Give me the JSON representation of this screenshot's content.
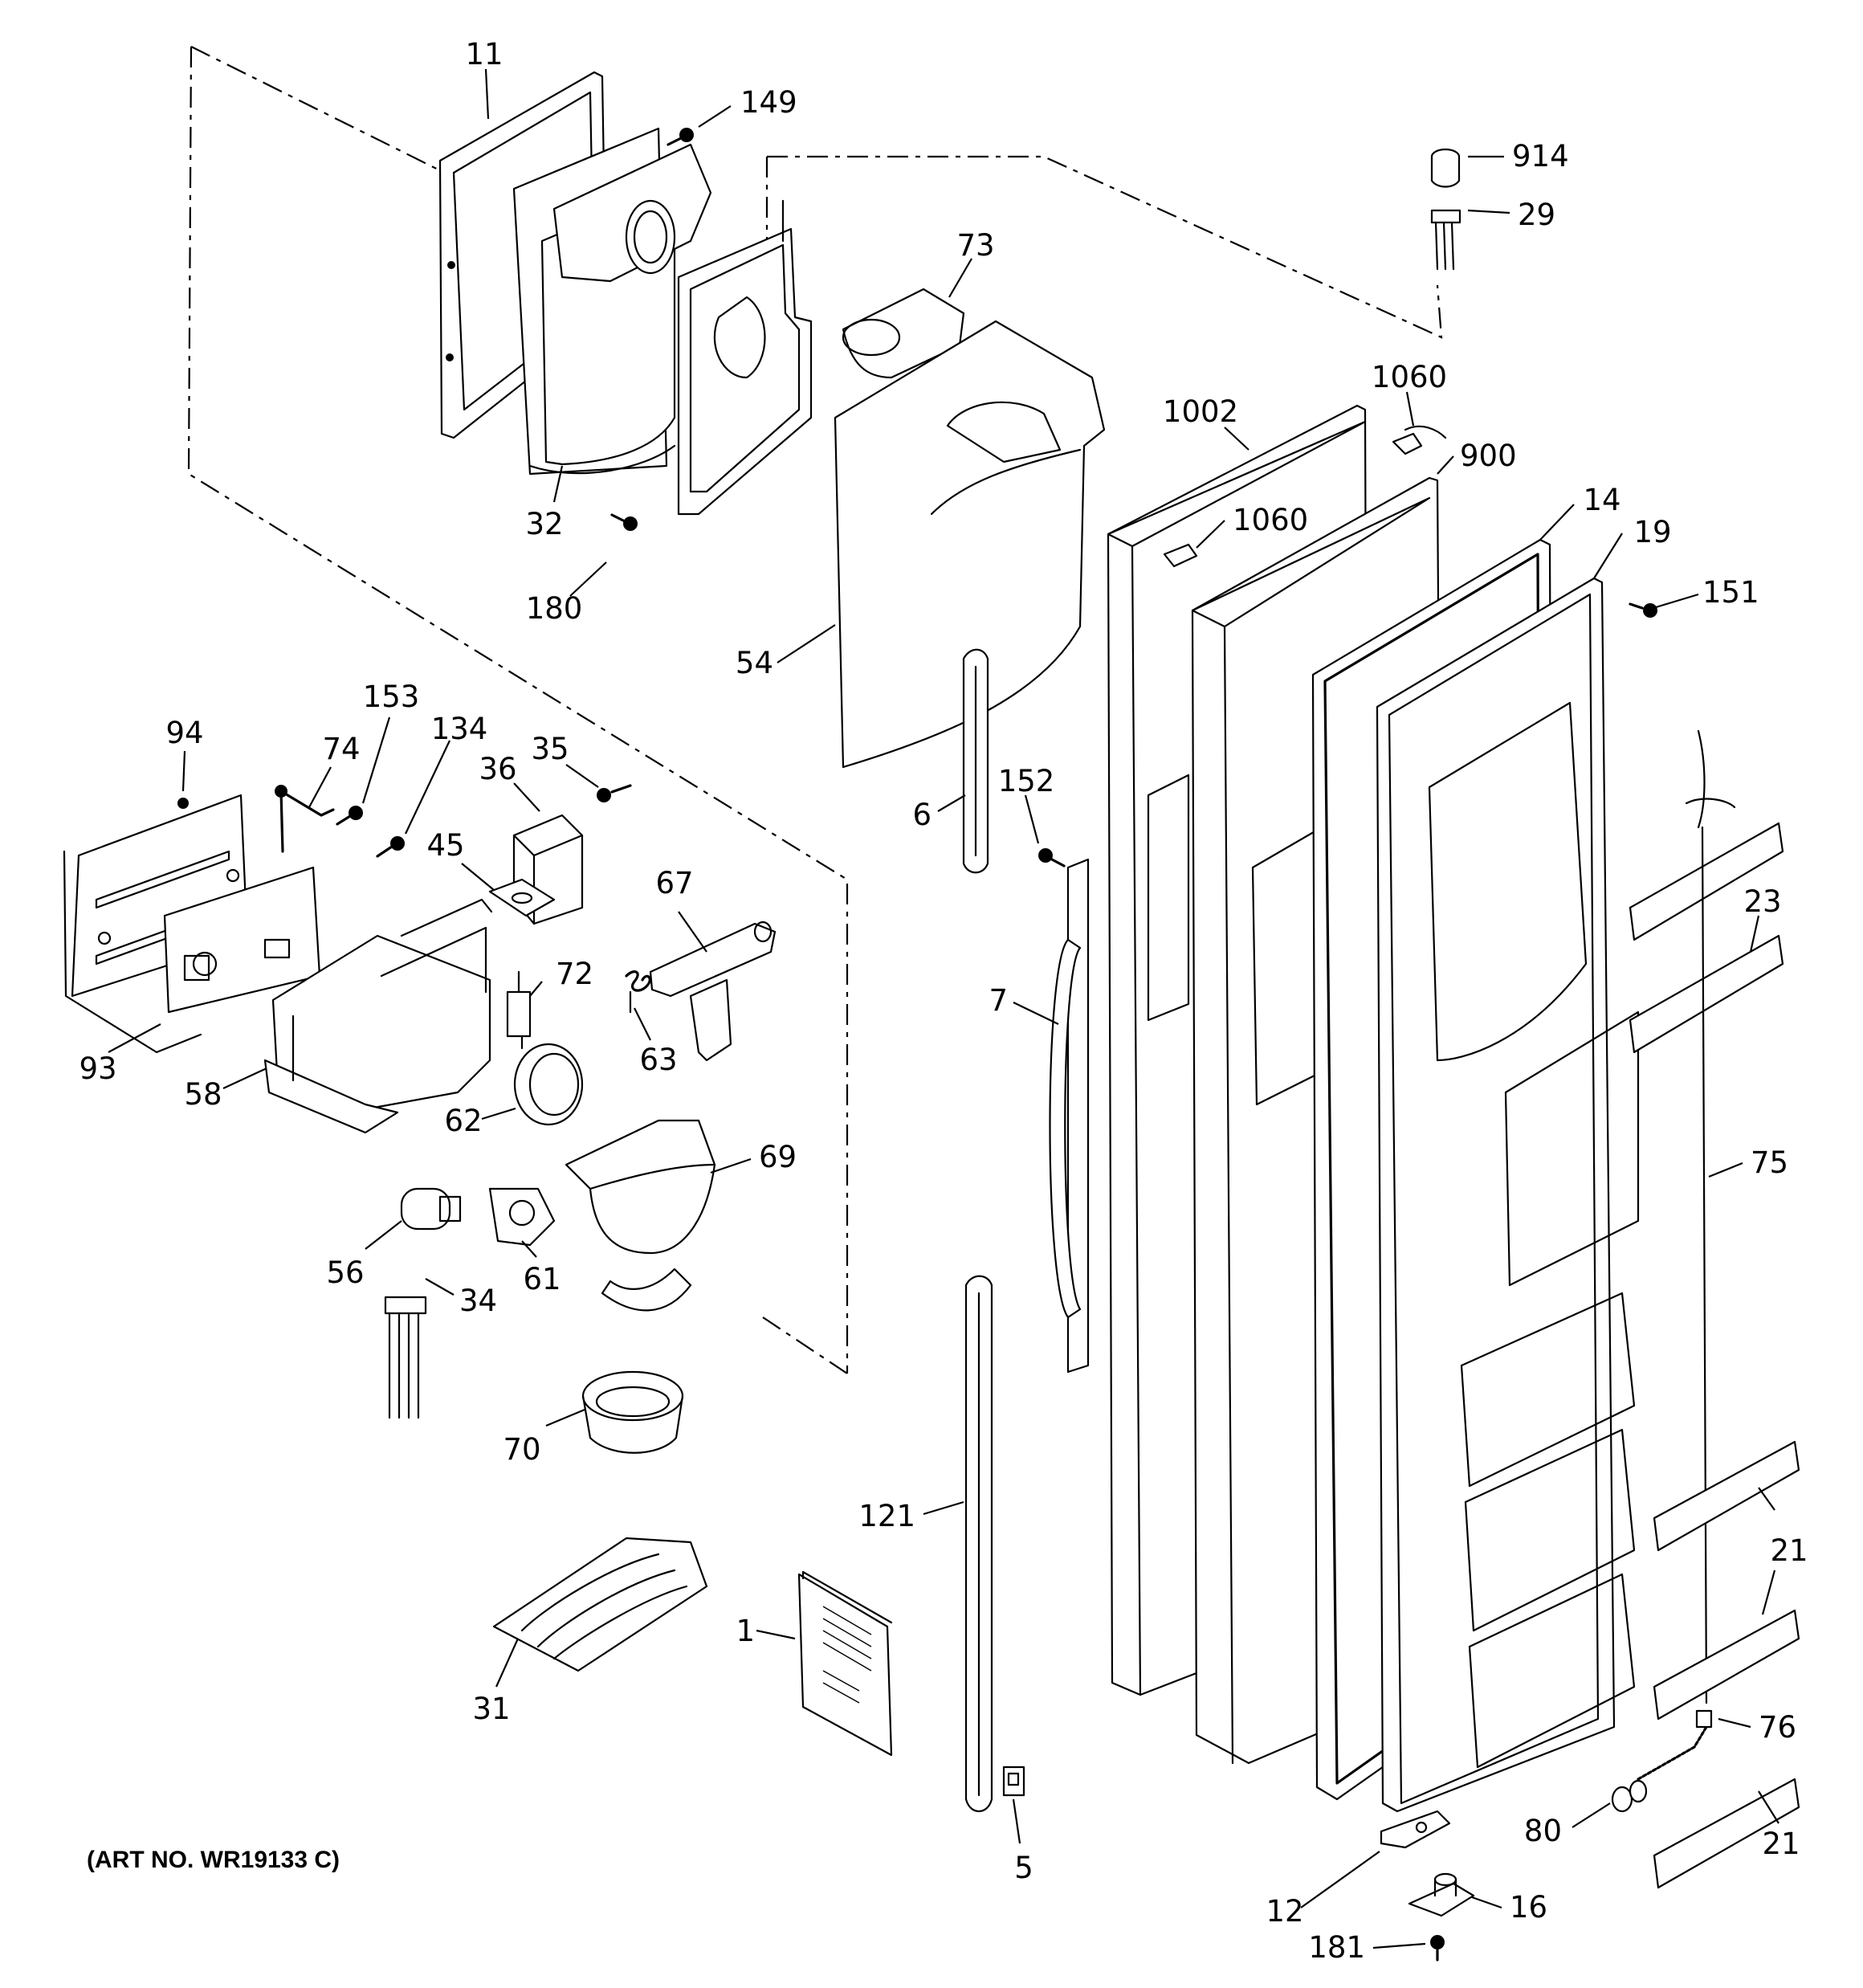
{
  "caption": "(ART NO. WR19133 C)",
  "callouts": [
    {
      "label": "11"
    },
    {
      "label": "149"
    },
    {
      "label": "914"
    },
    {
      "label": "29"
    },
    {
      "label": "73"
    },
    {
      "label": "1060"
    },
    {
      "label": "1002"
    },
    {
      "label": "900"
    },
    {
      "label": "32"
    },
    {
      "label": "1060"
    },
    {
      "label": "14"
    },
    {
      "label": "19"
    },
    {
      "label": "180"
    },
    {
      "label": "151"
    },
    {
      "label": "54"
    },
    {
      "label": "153"
    },
    {
      "label": "94"
    },
    {
      "label": "74"
    },
    {
      "label": "134"
    },
    {
      "label": "35"
    },
    {
      "label": "36"
    },
    {
      "label": "152"
    },
    {
      "label": "6"
    },
    {
      "label": "45"
    },
    {
      "label": "67"
    },
    {
      "label": "23"
    },
    {
      "label": "72"
    },
    {
      "label": "7"
    },
    {
      "label": "93"
    },
    {
      "label": "63"
    },
    {
      "label": "58"
    },
    {
      "label": "62"
    },
    {
      "label": "69"
    },
    {
      "label": "75"
    },
    {
      "label": "56"
    },
    {
      "label": "61"
    },
    {
      "label": "34"
    },
    {
      "label": "70"
    },
    {
      "label": "121"
    },
    {
      "label": "21"
    },
    {
      "label": "1"
    },
    {
      "label": "31"
    },
    {
      "label": "76"
    },
    {
      "label": "80"
    },
    {
      "label": "5"
    },
    {
      "label": "21"
    },
    {
      "label": "12"
    },
    {
      "label": "16"
    },
    {
      "label": "181"
    }
  ]
}
